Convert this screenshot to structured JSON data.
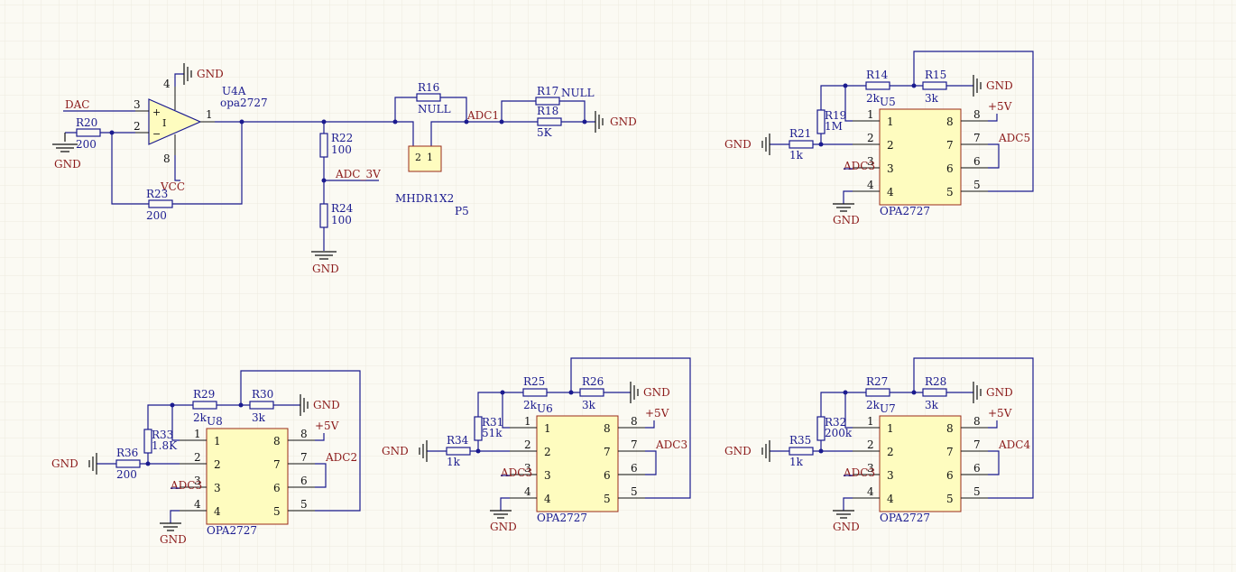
{
  "diagram": {
    "opamp_block": {
      "u4a": {
        "designator": "U4A",
        "part": "opa2727",
        "inner_label": "I",
        "plus": "+",
        "minus": "−",
        "pins": {
          "in_plus": "3",
          "in_minus": "2",
          "out": "1",
          "vplus": "4",
          "vminus": "8"
        }
      },
      "dac_net": "DAC",
      "gnd_top": "GND",
      "vcc_net": "VCC",
      "r20": {
        "designator": "R20",
        "value": "200",
        "gnd": "GND"
      },
      "r23": {
        "designator": "R23",
        "value": "200"
      },
      "r22": {
        "designator": "R22",
        "value": "100"
      },
      "adc3v_net": "ADC_3V",
      "r24": {
        "designator": "R24",
        "value": "100",
        "gnd": "GND"
      },
      "r16": {
        "designator": "R16",
        "value": "NULL"
      },
      "p5": {
        "designator": "P5",
        "part": "MHDR1X2",
        "pin2": "2",
        "pin1": "1"
      },
      "adc1_net": "ADC1",
      "r17": {
        "designator": "R17",
        "value": "NULL"
      },
      "r18": {
        "designator": "R18",
        "value": "5K"
      },
      "gnd_r": "GND"
    },
    "chips": [
      {
        "id": "u5",
        "designator": "U5",
        "part": "OPA2727",
        "ra": {
          "designator": "R14",
          "value": "2k"
        },
        "rb": {
          "designator": "R15",
          "value": "3k"
        },
        "rc": {
          "designator": "R19",
          "value": "1M"
        },
        "rin": {
          "designator": "R21",
          "value": "1k"
        },
        "gnd_in": "GND",
        "gnd_fb": "GND",
        "gnd_bot": "GND",
        "pwr": "+5V",
        "adc_in": "ADC3",
        "adc_out": "ADC5",
        "pins": [
          "1",
          "2",
          "3",
          "4",
          "8",
          "7",
          "6",
          "5"
        ]
      },
      {
        "id": "u8",
        "designator": "U8",
        "part": "OPA2727",
        "ra": {
          "designator": "R29",
          "value": "2k"
        },
        "rb": {
          "designator": "R30",
          "value": "3k"
        },
        "rc": {
          "designator": "R33",
          "value": "1.8K"
        },
        "rin": {
          "designator": "R36",
          "value": "200"
        },
        "gnd_in": "GND",
        "gnd_fb": "GND",
        "gnd_bot": "GND",
        "pwr": "+5V",
        "adc_in": "ADC3",
        "adc_out": "ADC2",
        "pins": [
          "1",
          "2",
          "3",
          "4",
          "8",
          "7",
          "6",
          "5"
        ]
      },
      {
        "id": "u6",
        "designator": "U6",
        "part": "OPA2727",
        "ra": {
          "designator": "R25",
          "value": "2k"
        },
        "rb": {
          "designator": "R26",
          "value": "3k"
        },
        "rc": {
          "designator": "R31",
          "value": "51k"
        },
        "rin": {
          "designator": "R34",
          "value": "1k"
        },
        "gnd_in": "GND",
        "gnd_fb": "GND",
        "gnd_bot": "GND",
        "pwr": "+5V",
        "adc_in": "ADC3",
        "adc_out": "ADC3",
        "pins": [
          "1",
          "2",
          "3",
          "4",
          "8",
          "7",
          "6",
          "5"
        ]
      },
      {
        "id": "u7",
        "designator": "U7",
        "part": "OPA2727",
        "ra": {
          "designator": "R27",
          "value": "2k"
        },
        "rb": {
          "designator": "R28",
          "value": "3k"
        },
        "rc": {
          "designator": "R32",
          "value": "200k"
        },
        "rin": {
          "designator": "R35",
          "value": "1k"
        },
        "gnd_in": "GND",
        "gnd_fb": "GND",
        "gnd_bot": "GND",
        "pwr": "+5V",
        "adc_in": "ADC3",
        "adc_out": "ADC4",
        "pins": [
          "1",
          "2",
          "3",
          "4",
          "8",
          "7",
          "6",
          "5"
        ]
      }
    ]
  }
}
